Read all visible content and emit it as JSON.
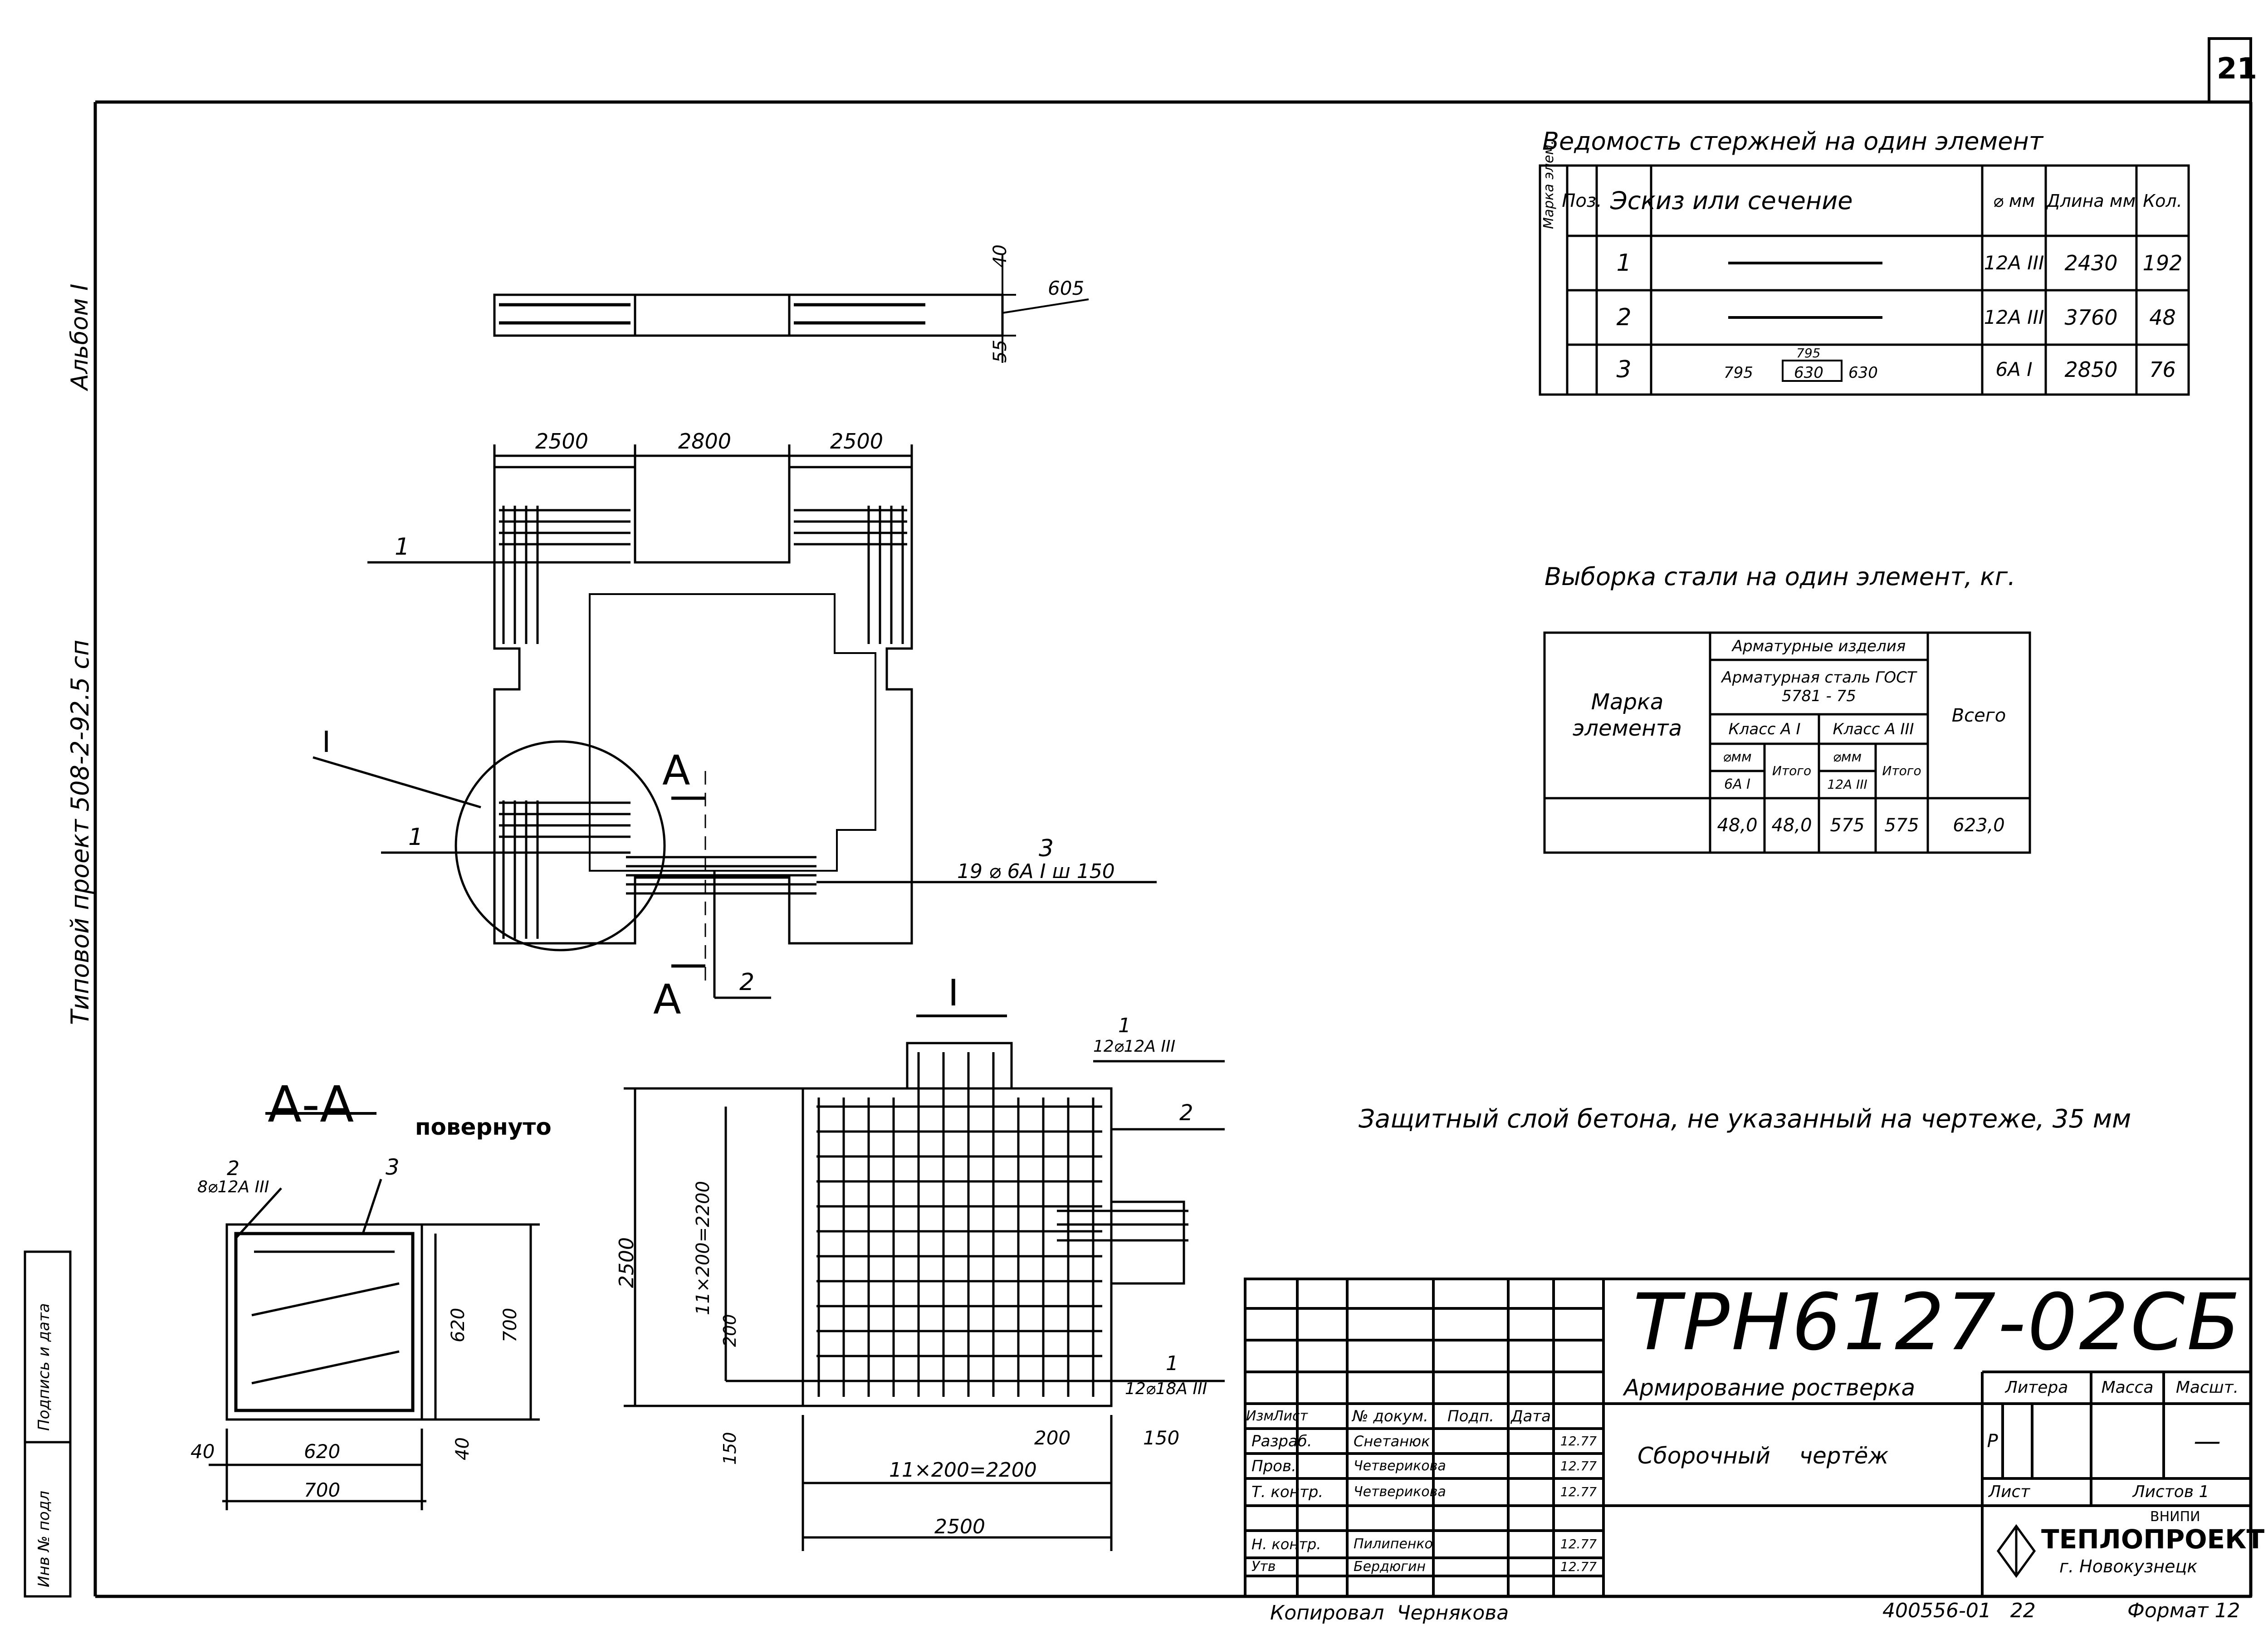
{
  "sheet": {
    "page_number": "21",
    "album_label": "Альбом I",
    "project_label": "Типовой проект 508-2-92.5 сп",
    "bind_labels": [
      "Инв № подл",
      "Подпись и дата"
    ]
  },
  "rebar_schedule": {
    "title": "Ведомость стержней на один элемент",
    "headers": [
      "Марка элем.",
      "Поз.",
      "Эскиз или сечение",
      "⌀ мм",
      "Длина мм",
      "Кол."
    ],
    "rows": [
      {
        "pos": "1",
        "sketch": "straight-bar",
        "dia": "12А III",
        "length": "2430",
        "qty": "192"
      },
      {
        "pos": "2",
        "sketch": "straight-bar",
        "dia": "12А III",
        "length": "3760",
        "qty": "48"
      },
      {
        "pos": "3",
        "sketch": "closed-stirrup",
        "sketch_dims": [
          "795",
          "795",
          "630",
          "630"
        ],
        "dia": "6А I",
        "length": "2850",
        "qty": "76"
      }
    ]
  },
  "steel_selection": {
    "title": "Выборка стали на один элемент, кг.",
    "h_element": "Марка элемента",
    "h_products": "Арматурные изделия",
    "h_steel": "Арматурная сталь ГОСТ 5781 - 75",
    "h_class_a1": "Класс А I",
    "h_class_a3": "Класс А III",
    "h_dia": "⌀мм",
    "h_total_class": "Итого",
    "h_dia_a1": "6А I",
    "h_dia_a3": "12А III",
    "h_grand": "Всего",
    "values": [
      "48,0",
      "48,0",
      "575",
      "575",
      "623,0"
    ]
  },
  "note": "Защитный слой бетона, не указанный на чертеже, 35 мм",
  "plan": {
    "dims_top": [
      "2500",
      "2800",
      "2500"
    ],
    "leader_1a": "1",
    "leader_1b": "1",
    "leader_3_num": "3",
    "leader_3_text": "19 ⌀ 6А I ш 150",
    "leader_2": "2",
    "node_label": "I",
    "section_mark": "А"
  },
  "elevation": {
    "dims": [
      "40",
      "605",
      "55"
    ]
  },
  "section_aa": {
    "title": "А-А",
    "subtitle": "повернуто",
    "callout_2": "2",
    "callout_2_text": "8⌀12А III",
    "callout_3": "3",
    "dims": [
      "620",
      "700",
      "620",
      "700",
      "40",
      "40"
    ]
  },
  "detail_i": {
    "title": "I",
    "callout_1_top": "1",
    "callout_1_top_text": "12⌀12А III",
    "callout_2": "2",
    "callout_1_bot": "1",
    "callout_1_bot_text": "12⌀18А III",
    "dims": [
      "2500",
      "11×200=2200",
      "200",
      "150",
      "200",
      "150",
      "11×200=2200",
      "2500"
    ]
  },
  "title_block": {
    "doc_code": "ТРН6127-02СБ",
    "title_line1": "Армирование ростверка",
    "title_line2": "Сборочный    чертёж",
    "header_cols": [
      "Изм",
      "Лист",
      "№ докум.",
      "Подп.",
      "Дата"
    ],
    "staff": [
      {
        "role": "Разраб.",
        "name": "Снетанюк",
        "date": "12.77"
      },
      {
        "role": "Пров.",
        "name": "Четверикова",
        "date": "12.77"
      },
      {
        "role": "Т. контр.",
        "name": "Четверикова",
        "date": "12.77"
      },
      {
        "role": "",
        "name": "",
        "date": ""
      },
      {
        "role": "Н. контр.",
        "name": "Пилипенко",
        "date": "12.77"
      },
      {
        "role": "Утв",
        "name": "Бердюгин",
        "date": "12.77"
      }
    ],
    "litera_label": "Литера",
    "mass_label": "Масса",
    "scale_label": "Масшт.",
    "litera_value": "Р",
    "scale_value": "—",
    "sheet_label": "Лист",
    "sheets_label": "Листов 1",
    "org_small": "ВНИПИ",
    "org_name": "ТЕПЛОПРОЕКТ",
    "org_city": "г. Новокузнецк"
  },
  "footer": {
    "copied_by": "Копировал  Чернякова",
    "archive_no": "400556-01   22",
    "format": "Формат 12"
  }
}
